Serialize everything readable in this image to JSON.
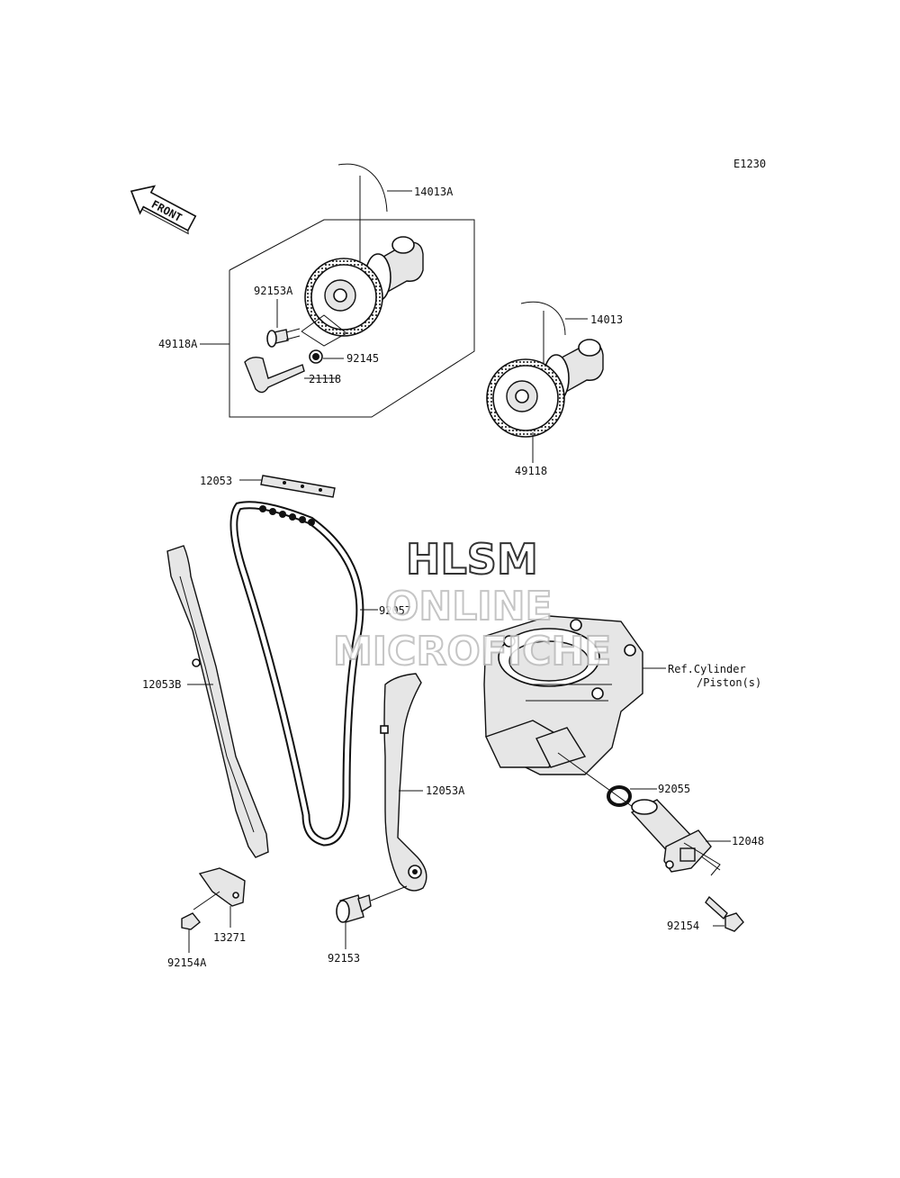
{
  "diagram": {
    "code": "E1230",
    "front_label": "FRONT",
    "watermark": [
      "HLSM",
      "ONLINE",
      "MICROFICHE"
    ],
    "labels": {
      "p14013A": "14013A",
      "p14013": "14013",
      "p92153A": "92153A",
      "p49118A": "49118A",
      "p92145": "92145",
      "p21118": "21118",
      "p49118": "49118",
      "p12053": "12053",
      "p92057": "92057",
      "p12053B": "12053B",
      "p12053A": "12053A",
      "p13271": "13271",
      "p92154A": "92154A",
      "p92153": "92153",
      "p92055": "92055",
      "p12048": "12048",
      "p92154": "92154",
      "ref1": "Ref.Cylinder",
      "ref2": "/Piston(s)"
    }
  }
}
